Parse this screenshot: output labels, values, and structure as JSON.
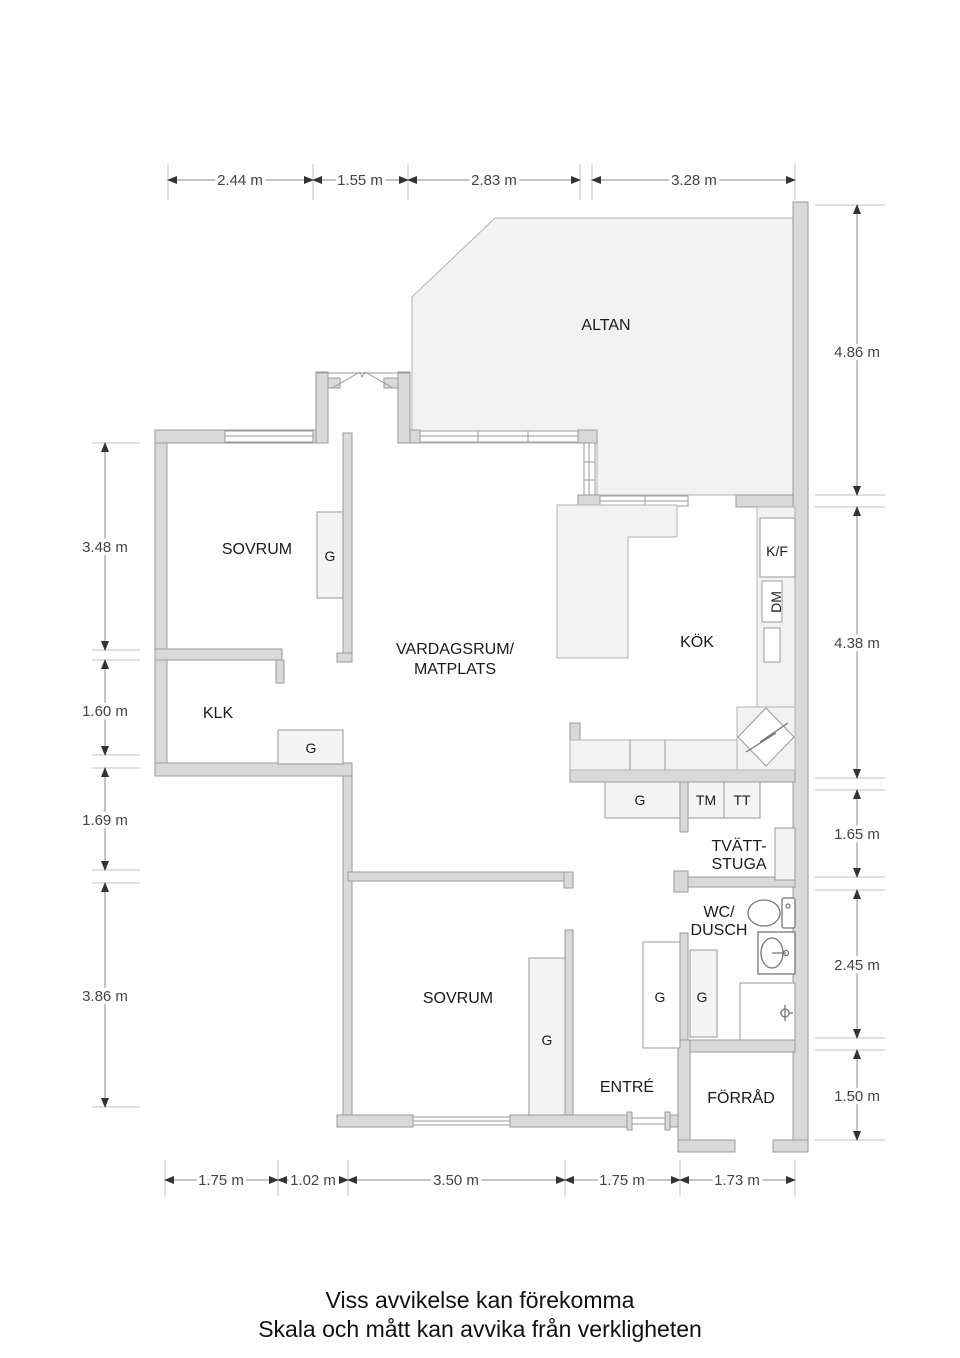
{
  "rooms": {
    "altan": "ALTAN",
    "sovrum1": "SOVRUM",
    "vardagsrum_line1": "VARDAGSRUM/",
    "vardagsrum_line2": "MATPLATS",
    "kok": "KÖK",
    "klk": "KLK",
    "tvattstuga_line1": "TVÄTT-",
    "tvattstuga_line2": "STUGA",
    "wc_line1": "WC/",
    "wc_line2": "DUSCH",
    "sovrum2": "SOVRUM",
    "entre": "ENTRÉ",
    "forrad": "FÖRRÅD"
  },
  "fixtures": {
    "g": "G",
    "tm": "TM",
    "tt": "TT",
    "kf": "K/F",
    "dm": "DM"
  },
  "dimensions": {
    "top": [
      "2.44 m",
      "1.55 m",
      "2.83 m",
      "3.28 m"
    ],
    "left": [
      "3.48 m",
      "1.60 m",
      "1.69 m",
      "3.86 m"
    ],
    "right": [
      "4.86 m",
      "4.38 m",
      "1.65 m",
      "2.45 m",
      "1.50 m"
    ],
    "bottom": [
      "1.75 m",
      "1.02 m",
      "3.50 m",
      "1.75 m",
      "1.73 m"
    ]
  },
  "disclaimer": {
    "line1": "Viss avvikelse kan förekomma",
    "line2": "Skala och mått kan avvika från verkligheten"
  },
  "colors": {
    "wall": "#d9d9d9",
    "wall_stroke": "#9a9a9a",
    "floor": "#ffffff",
    "terrace_fill": "#f2f2f2",
    "furniture_fill": "#f4f4f4",
    "text": "#1a1a1a",
    "dimension_text": "#444444"
  }
}
